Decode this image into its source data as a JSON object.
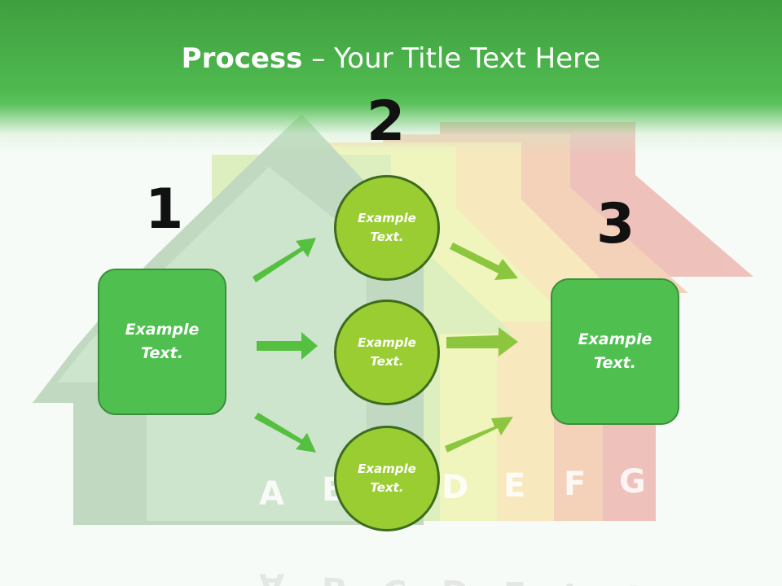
{
  "title": {
    "bold": "Process",
    "dash": " – ",
    "rest": "Your Title Text Here"
  },
  "steps": [
    {
      "number": "1",
      "text_line1": "Example",
      "text_line2": "Text."
    },
    {
      "number": "2"
    },
    {
      "number": "3",
      "text_line1": "Example",
      "text_line2": "Text."
    }
  ],
  "circles": [
    {
      "text_line1": "Example",
      "text_line2": "Text."
    },
    {
      "text_line1": "Example",
      "text_line2": "Text."
    },
    {
      "text_line1": "Example",
      "text_line2": "Text."
    }
  ],
  "background_letters": [
    "A",
    "B",
    "C",
    "D",
    "E",
    "F",
    "G"
  ],
  "colors": {
    "header_green": "#4fb94f",
    "box_green": "#4fc04f",
    "circle_green": "#9acd32",
    "arrow_green_left": "#55c040",
    "arrow_green_right": "#8cc63f"
  }
}
